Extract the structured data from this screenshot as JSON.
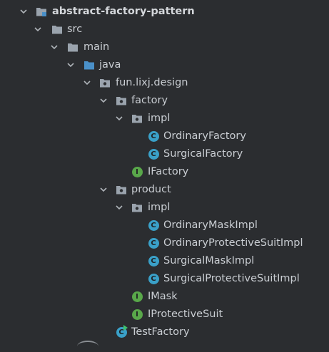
{
  "tree": {
    "root": {
      "label": "abstract-factory-pattern",
      "icon": "module-folder-icon"
    },
    "src": {
      "label": "src",
      "icon": "folder-icon"
    },
    "main": {
      "label": "main",
      "icon": "folder-icon"
    },
    "java": {
      "label": "java",
      "icon": "source-root-folder-icon"
    },
    "package": {
      "label": "fun.lixj.design",
      "icon": "package-icon"
    },
    "factory": {
      "label": "factory",
      "icon": "package-icon"
    },
    "factory_impl": {
      "label": "impl",
      "icon": "package-icon"
    },
    "ordinary_factory": {
      "label": "OrdinaryFactory",
      "icon": "class-icon"
    },
    "surgical_factory": {
      "label": "SurgicalFactory",
      "icon": "class-icon"
    },
    "ifactory": {
      "label": "IFactory",
      "icon": "interface-icon"
    },
    "product": {
      "label": "product",
      "icon": "package-icon"
    },
    "product_impl": {
      "label": "impl",
      "icon": "package-icon"
    },
    "ordinary_mask_impl": {
      "label": "OrdinaryMaskImpl",
      "icon": "class-icon"
    },
    "ordinary_suit_impl": {
      "label": "OrdinaryProtectiveSuitImpl",
      "icon": "class-icon"
    },
    "surgical_mask_impl": {
      "label": "SurgicalMaskImpl",
      "icon": "class-icon"
    },
    "surgical_suit_impl": {
      "label": "SurgicalProtectiveSuitImpl",
      "icon": "class-icon"
    },
    "imask": {
      "label": "IMask",
      "icon": "interface-icon"
    },
    "iprotective_suit": {
      "label": "IProtectiveSuit",
      "icon": "interface-icon"
    },
    "test_factory": {
      "label": "TestFactory",
      "icon": "runnable-class-icon"
    }
  },
  "icon_glyphs": {
    "class": "C",
    "interface": "I"
  },
  "colors": {
    "background": "#2b2d30",
    "text": "#c9cdd2",
    "folder": "#9aa3ad",
    "source_root": "#4a90c8",
    "class": "#3aa0c8",
    "interface": "#59a84a",
    "run_badge": "#3ec46d"
  }
}
